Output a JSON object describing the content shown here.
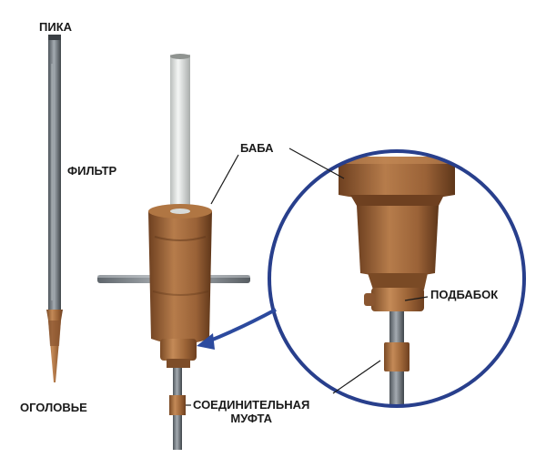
{
  "labels": {
    "pika": "ПИКА",
    "filtr": "ФИЛЬТР",
    "ogolovye": "ОГОЛОВЬЕ",
    "baba": "БАБА",
    "podbabok": "ПОДБАБОК",
    "mufta_line1": "СОЕДИНИТЕЛЬНАЯ",
    "mufta_line2": "МУФТА"
  },
  "colors": {
    "callout_circle": "#283f8c",
    "arrow": "#2c4a9e",
    "rust": "#9b6336",
    "rust_dark": "#6e4020",
    "rust_light": "#c48a57",
    "steel": "#6c757d",
    "pipe_white": "#e3e6e4"
  }
}
